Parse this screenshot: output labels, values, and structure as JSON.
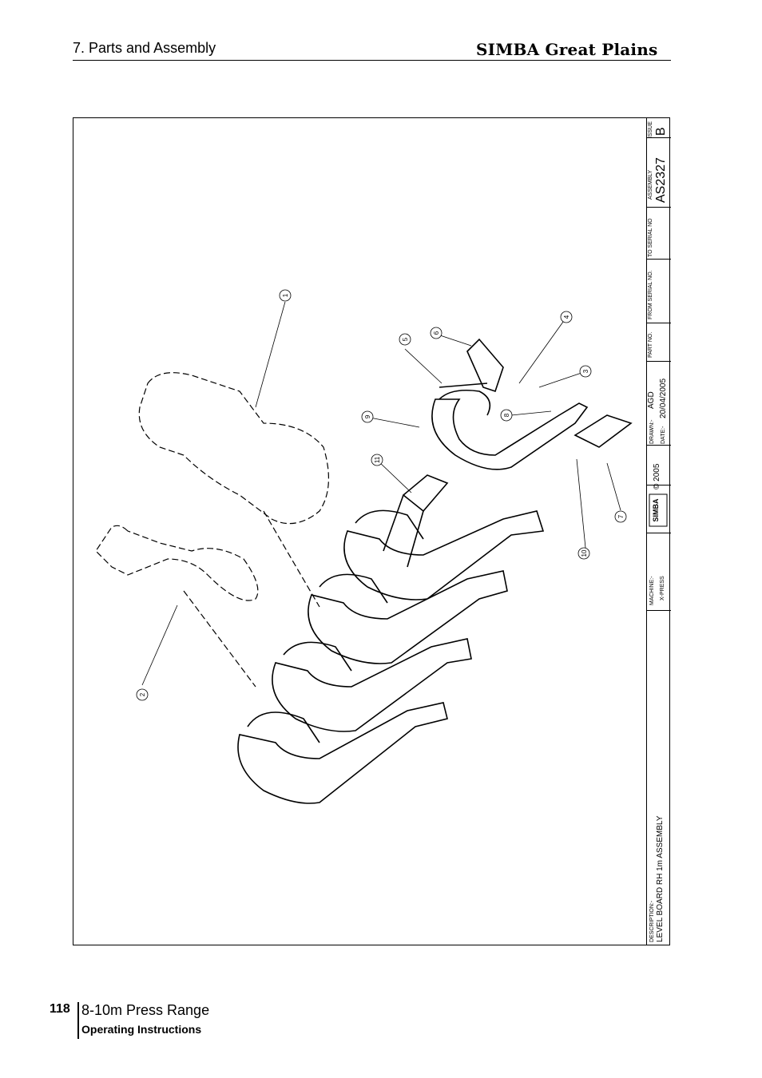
{
  "header": {
    "section": "7. Parts and Assembly",
    "brand": "SIMBA Great Plains"
  },
  "title_block": {
    "issue_label": "ISSUE",
    "issue": "B",
    "assembly_label": "ASSEMBLY",
    "assembly": "AS2327",
    "to_serial_label": "TO SERIAL NO",
    "from_serial_label": "FROM SERIAL NO.",
    "part_no_label": "PART NO.",
    "drawn_label": "DRAWN:-",
    "drawn": "AGD",
    "date_label": "DATE:-",
    "date": "20/04/2005",
    "copyright": "© 2005",
    "logo_text": "SIMBA",
    "machine_label": "MACHINE:-",
    "machine": "X-PRESS",
    "description_label": "DESCRIPTION:-",
    "description": "LEVEL BOARD RH 1m ASSEMBLY"
  },
  "callouts": [
    "1",
    "2",
    "3",
    "4",
    "5",
    "6",
    "7",
    "8",
    "9",
    "10",
    "11"
  ],
  "footer": {
    "page_number": "118",
    "title": "8-10m Press Range",
    "subtitle": "Operating Instructions"
  }
}
